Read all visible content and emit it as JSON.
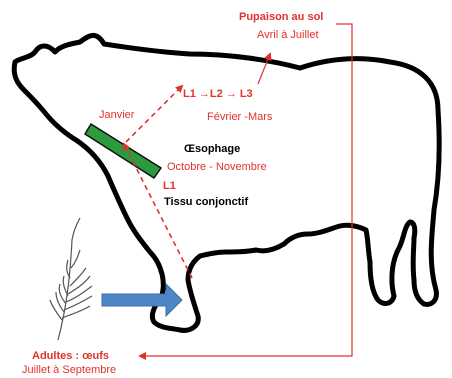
{
  "labels": {
    "pupaison_title": "Pupaison au sol",
    "pupaison_period": "Avril à Juillet",
    "larva_stages": "L1 →L2 → L3",
    "fevrier_mars": "Février -Mars",
    "janvier": "Janvier",
    "oesophage": "Œsophage",
    "oct_nov": "Octobre - Novembre",
    "l1": "L1",
    "tissu": "Tissu conjonctif",
    "adultes": "Adultes : œufs",
    "juillet_sept": "Juillet à Septembre"
  },
  "colors": {
    "red": "#e0322c",
    "cow_outline": "#000000",
    "esophagus_fill": "#2e9a3e",
    "esophagus_border": "#111111",
    "arrow_blue": "#4f86c6",
    "arrow_border": "#3d6ea6",
    "grass": "#555555"
  },
  "icons": {
    "grass": "grass-stalk-icon",
    "arrow": "blue-right-arrow-icon"
  }
}
